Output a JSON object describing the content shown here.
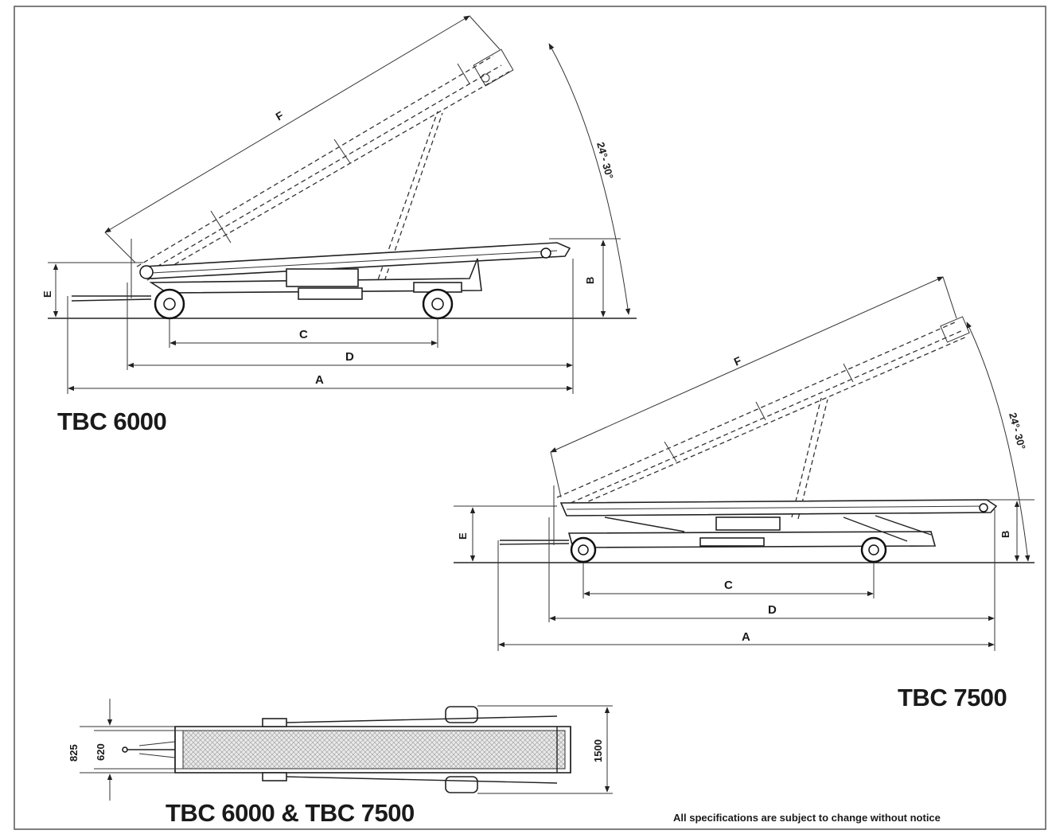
{
  "titles": {
    "tbc6000": "TBC 6000",
    "tbc7500": "TBC 7500",
    "top_view": "TBC 6000 & TBC 7500"
  },
  "disclaimer": "All specifications are subject to change without notice",
  "tbc6000_dims": {
    "a": "A",
    "b": "B",
    "c": "C",
    "d": "D",
    "e": "E",
    "f": "F",
    "angle": "24°- 30°"
  },
  "tbc7500_dims": {
    "a": "A",
    "b": "B",
    "c": "C",
    "d": "D",
    "e": "E",
    "f": "F",
    "angle": "24°- 30°"
  },
  "top_view_dims": {
    "width_overall": "1500",
    "belt_outer": "825",
    "belt_inner": "620"
  },
  "colors": {
    "line": "#222222",
    "background": "#ffffff"
  }
}
